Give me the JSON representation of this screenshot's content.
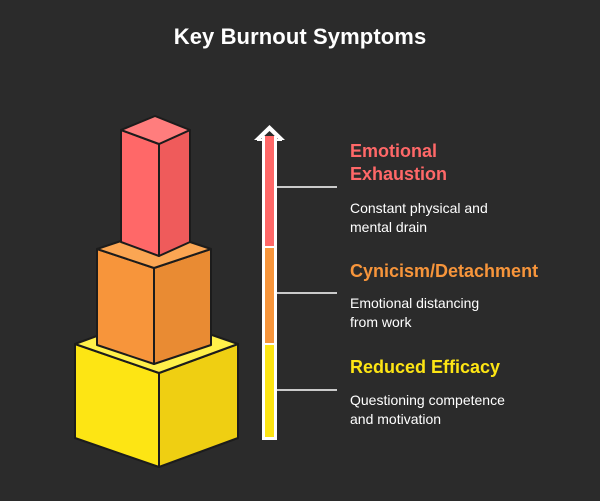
{
  "title": "Key Burnout Symptoms",
  "colors": {
    "background": "#2b2b2b",
    "emotional_exhaustion": "#ff6868",
    "cynicism_detachment": "#f7953b",
    "reduced_efficacy": "#fde514",
    "text": "#ffffff"
  },
  "arrow": {
    "direction": "up",
    "icon": "up-arrow-icon"
  },
  "symptoms": [
    {
      "heading": "Emotional\nExhaustion",
      "description": "Constant physical and\nmental drain",
      "color": "#ff6868"
    },
    {
      "heading": "Cynicism/Detachment",
      "description": "Emotional distancing\nfrom work",
      "color": "#f7953b"
    },
    {
      "heading": "Reduced Efficacy",
      "description": "Questioning competence\nand motivation",
      "color": "#fde514"
    }
  ]
}
